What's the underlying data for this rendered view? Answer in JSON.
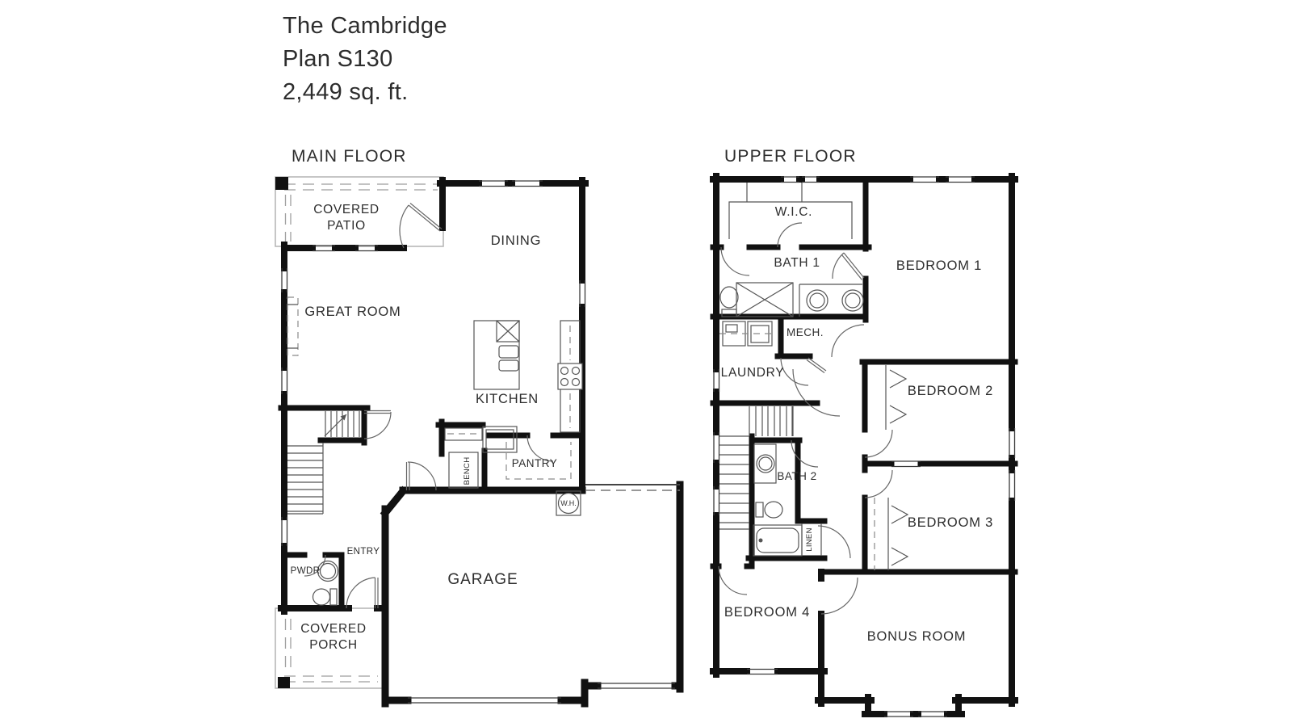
{
  "title": {
    "line1": "The Cambridge",
    "line2": "Plan S130",
    "line3": "2,449 sq. ft."
  },
  "floors": {
    "main": {
      "heading": "MAIN FLOOR",
      "rooms": {
        "covered_patio_1": "COVERED",
        "covered_patio_2": "PATIO",
        "dining": "DINING",
        "great_room": "GREAT ROOM",
        "kitchen": "KITCHEN",
        "pantry": "PANTRY",
        "bench": "BENCH",
        "water_heater": "W.H.",
        "entry": "ENTRY",
        "powder": "PWDR",
        "garage": "GARAGE",
        "covered_porch_1": "COVERED",
        "covered_porch_2": "PORCH"
      }
    },
    "upper": {
      "heading": "UPPER FLOOR",
      "rooms": {
        "wic": "W.I.C.",
        "bath1": "BATH 1",
        "bedroom1": "BEDROOM 1",
        "mech": "MECH.",
        "laundry": "LAUNDRY",
        "bedroom2": "BEDROOM 2",
        "bath2": "BATH 2",
        "linen": "LINEN",
        "bedroom3": "BEDROOM 3",
        "bedroom4": "BEDROOM 4",
        "bonus": "BONUS ROOM"
      }
    }
  },
  "colors": {
    "wall": "#111111",
    "text": "#2d2d2d",
    "outdoor_outline": "#b3b3b3",
    "background": "#ffffff"
  }
}
